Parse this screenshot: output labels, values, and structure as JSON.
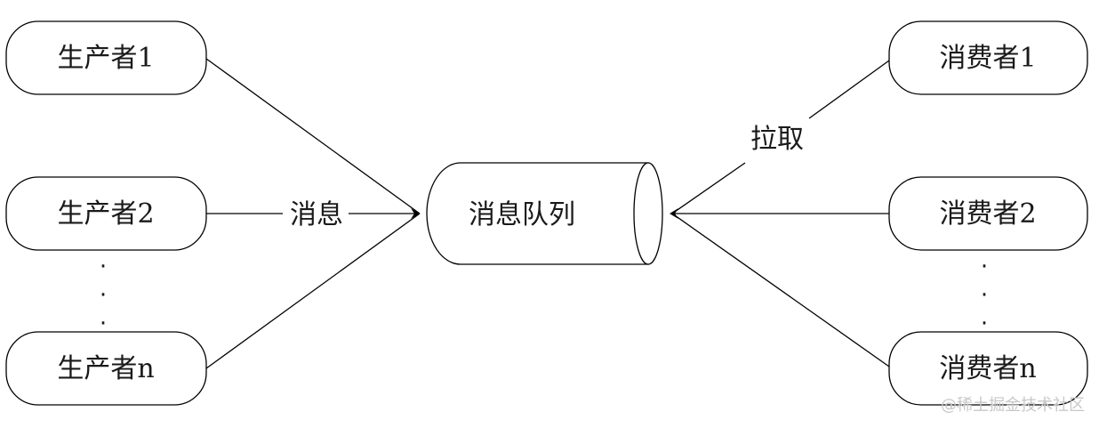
{
  "diagram": {
    "producers": [
      {
        "label": "生产者1"
      },
      {
        "label": "生产者2"
      },
      {
        "label": "生产者n"
      }
    ],
    "consumers": [
      {
        "label": "消费者1"
      },
      {
        "label": "消费者2"
      },
      {
        "label": "消费者n"
      }
    ],
    "queue": {
      "label": "消息队列"
    },
    "edge_labels": {
      "message": "消息",
      "pull": "拉取"
    },
    "ellipsis": "·"
  },
  "watermark": "@稀土掘金技术社区",
  "colors": {
    "stroke": "#000000",
    "text": "#1a1a1a",
    "watermark": "#c8c8c8",
    "background": "#ffffff"
  }
}
